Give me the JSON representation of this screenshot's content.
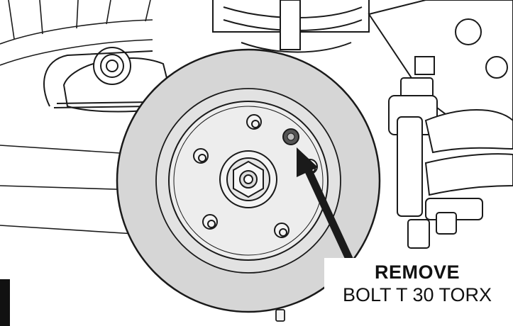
{
  "diagram": {
    "subject": "brake-rotor-removal",
    "callout": {
      "action": "REMOVE",
      "spec": "BOLT T 30 TORX"
    },
    "colors": {
      "line": "#1a1a1a",
      "rotor_fill": "#d6d6d6",
      "hub_fill": "#ededed",
      "background": "#ffffff",
      "tab": "#111111"
    }
  }
}
